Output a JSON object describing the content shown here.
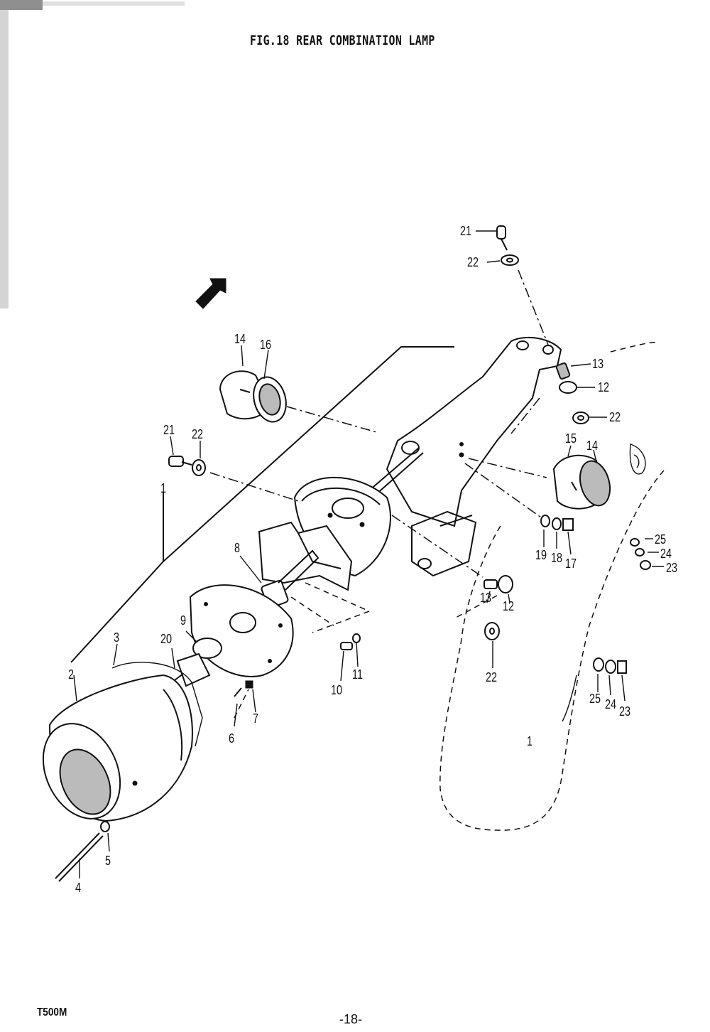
{
  "figure": {
    "title": "FIG.18  REAR COMBINATION LAMP"
  },
  "footer": {
    "model": "T500M",
    "page_number": "-18-"
  },
  "callouts": {
    "c1": "1",
    "c2": "2",
    "c3": "3",
    "c4": "4",
    "c5": "5",
    "c6": "6",
    "c7": "7",
    "c8": "8",
    "c9": "9",
    "c10": "10",
    "c11": "11",
    "c12a": "12",
    "c12b": "12",
    "c13a": "13",
    "c13b": "13",
    "c14a": "14",
    "c14b": "14",
    "c15": "15",
    "c16": "16",
    "c17": "17",
    "c18": "18",
    "c19": "19",
    "c20": "20",
    "c21a": "21",
    "c21b": "21",
    "c22a": "22",
    "c22b": "22",
    "c22c": "22",
    "c22d": "22",
    "c23a": "23",
    "c23b": "23",
    "c24a": "24",
    "c24b": "24",
    "c25a": "25",
    "c25b": "25",
    "c1b": "1"
  },
  "colors": {
    "ink": "#111111",
    "paper": "#ffffff",
    "shade": "#bbbbbb"
  }
}
